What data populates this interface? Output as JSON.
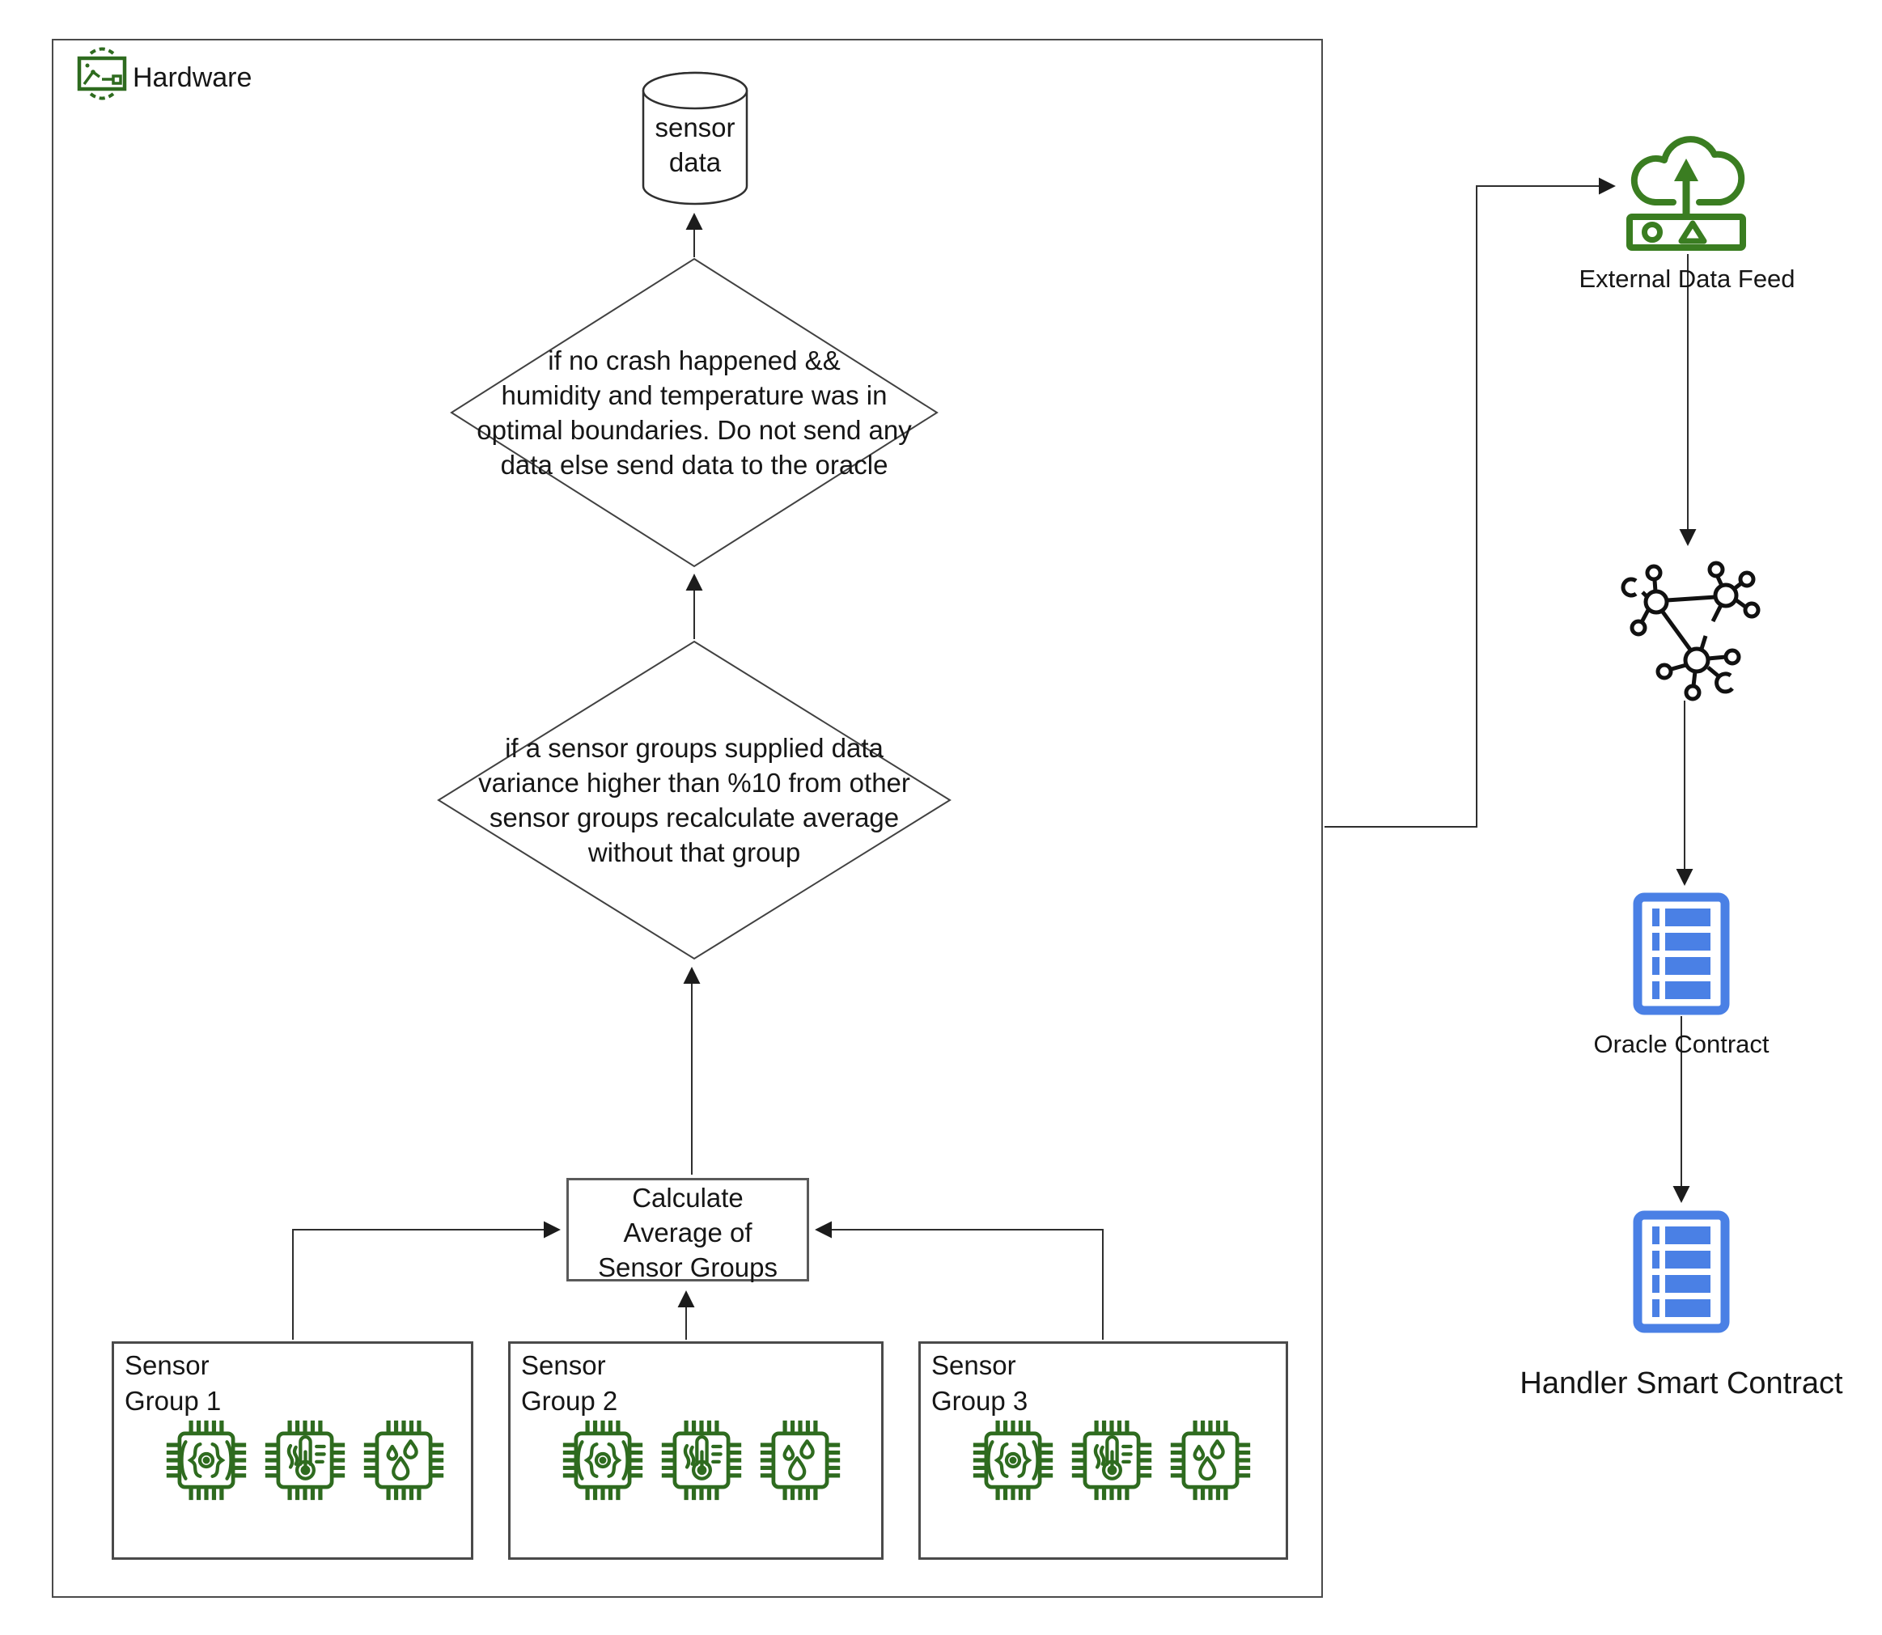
{
  "hardware": {
    "label": "Hardware",
    "icon": "circuit-chip-wireless-icon",
    "sensor_data_store": {
      "label": "sensor\ndata",
      "shape": "cylinder-database"
    },
    "decision_crash": {
      "text": "if no crash happened &&\nhumidity and temperature was in\noptimal boundaries. Do not send any\ndata else send data to the oracle",
      "shape": "diamond"
    },
    "decision_variance": {
      "text": "if a sensor groups supplied data\nvariance higher than %10 from other\nsensor groups recalculate average\nwithout that group",
      "shape": "diamond"
    },
    "process": {
      "label": "Calculate\nAverage of\nSensor Groups",
      "shape": "rectangle"
    },
    "sensor_groups": [
      {
        "label": "Sensor\nGroup 1",
        "sensors": [
          "vibration-sensor-chip-icon",
          "temperature-sensor-chip-icon",
          "humidity-sensor-chip-icon"
        ]
      },
      {
        "label": "Sensor\nGroup 2",
        "sensors": [
          "vibration-sensor-chip-icon",
          "temperature-sensor-chip-icon",
          "humidity-sensor-chip-icon"
        ]
      },
      {
        "label": "Sensor\nGroup 3",
        "sensors": [
          "vibration-sensor-chip-icon",
          "temperature-sensor-chip-icon",
          "humidity-sensor-chip-icon"
        ]
      }
    ]
  },
  "blockchain": {
    "external_data_feed": {
      "label": "External Data Feed",
      "icon": "cloud-upload-feed-icon"
    },
    "network": {
      "icon": "decentralized-network-icon"
    },
    "oracle_contract": {
      "label": "Oracle Contract",
      "icon": "smart-contract-icon"
    },
    "handler_smart_contract": {
      "label": "Handler Smart Contract",
      "icon": "smart-contract-icon"
    }
  },
  "colors": {
    "hardware_green": "#2e6b1f",
    "feed_green": "#3a7d21",
    "network_black": "#111111",
    "contract_blue": "#4a80e5",
    "line": "#2e2e2e",
    "text": "#161616"
  }
}
